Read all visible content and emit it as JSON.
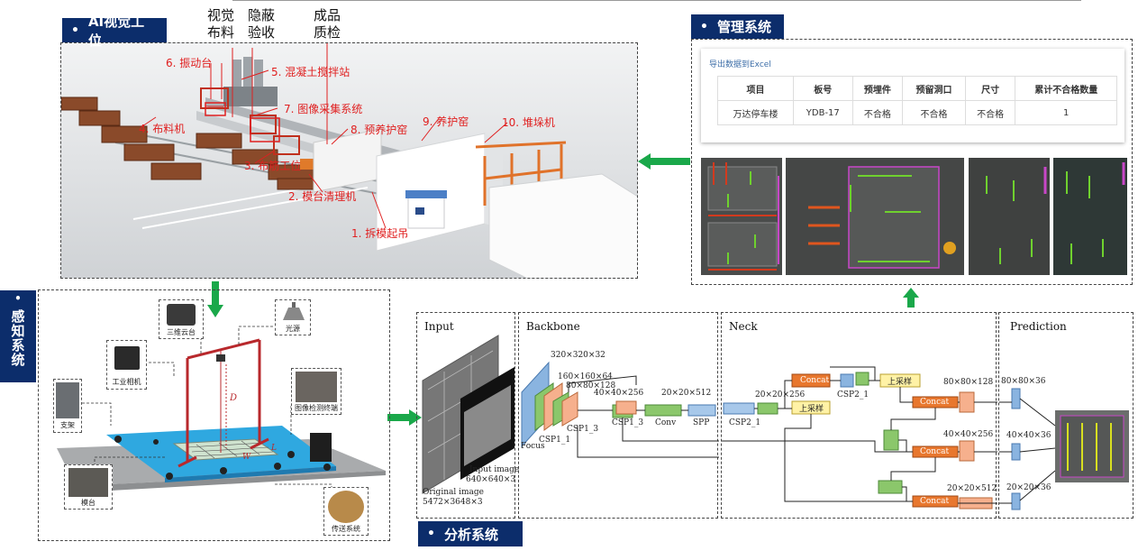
{
  "top_rule": true,
  "ai_station": {
    "title": "AI视觉工位",
    "top_labels": [
      {
        "id": "vision",
        "text": "视觉\n布料"
      },
      {
        "id": "hidden",
        "text": "隐蔽\n验收"
      },
      {
        "id": "product",
        "text": "成品\n质检"
      }
    ],
    "stations": [
      "6. 振动台",
      "5. 混凝土搅拌站",
      "7. 图像采集系统",
      "4. 布料机",
      "8. 预养护窑",
      "9. 养护窑",
      "10. 堆垛机",
      "3. 布筋工位",
      "2. 模台清理机",
      "1. 拆模起吊"
    ]
  },
  "management": {
    "title": "管理系统",
    "export_link": "导出数据到Excel",
    "table": {
      "headers": [
        "项目",
        "板号",
        "预埋件",
        "预留洞口",
        "尺寸",
        "累计不合格数量"
      ],
      "rows": [
        [
          "万达停车楼",
          "YDB-17",
          "不合格",
          "不合格",
          "不合格",
          "1"
        ]
      ]
    }
  },
  "perception": {
    "title": "感知系统",
    "components": [
      "三维云台",
      "光源",
      "工业相机",
      "支架",
      "图像检测终端",
      "模台",
      "传送系统"
    ],
    "dims": {
      "D": "D",
      "L": "L",
      "W": "W"
    }
  },
  "analysis": {
    "title": "分析系统",
    "sections": [
      "Input",
      "Backbone",
      "Neck",
      "Prediction"
    ],
    "input": {
      "original": "Original image",
      "original_size": "5472×3648×3",
      "input_image": "Input image",
      "input_size": "640×640×3"
    },
    "backbone": {
      "focus": "Focus",
      "csp1_1": "CSP1_1",
      "csp1_3a": "CSP1_3",
      "csp1_3b": "CSP1_3",
      "conv": "Conv",
      "spp": "SPP",
      "d1": "320×320×32",
      "d2": "160×160×64",
      "d3": "80×80×128",
      "d4": "40×40×256",
      "d5": "20×20×512"
    },
    "neck": {
      "csp2_1a": "CSP2_1",
      "csp2_1b": "CSP2_1",
      "concat": "Concat",
      "upsample": "上采样",
      "d1": "20×20×256",
      "d2": "80×80×128",
      "d3": "40×40×256",
      "d4": "20×20×512"
    },
    "prediction": {
      "p1": "80×80×36",
      "p2": "40×40×36",
      "p3": "20×20×36"
    }
  },
  "colors": {
    "navy": "#0c2d6b",
    "arrow_green": "#1aa84a",
    "red_label": "#e02020",
    "conv_green": "#8bc76b",
    "concat_orange": "#e8772e",
    "upsample_yellow": "#fff2a6",
    "focus_blue": "#8ab4e0",
    "pink": "#f6b08d"
  }
}
